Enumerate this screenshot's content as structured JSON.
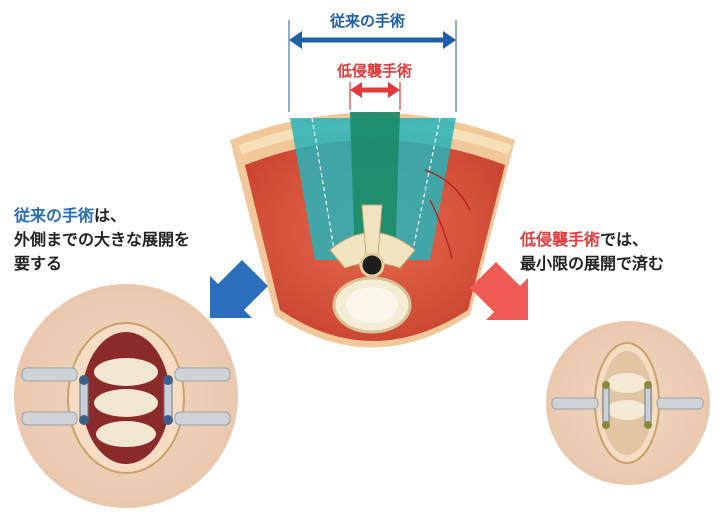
{
  "labels": {
    "conventional_width": "従来の手術",
    "minimally_invasive_width": "低侵襲手術"
  },
  "captions": {
    "left": {
      "highlight": "従来の手術",
      "line1_rest": "は、",
      "line2": "外側までの大きな展開を",
      "line3": "要する"
    },
    "right": {
      "highlight": "低侵襲手術",
      "line1_rest": "では、",
      "line2": "最小限の展開で済む"
    }
  },
  "colors": {
    "conventional": "#1f5fa8",
    "minimal": "#e03a3a"
  }
}
